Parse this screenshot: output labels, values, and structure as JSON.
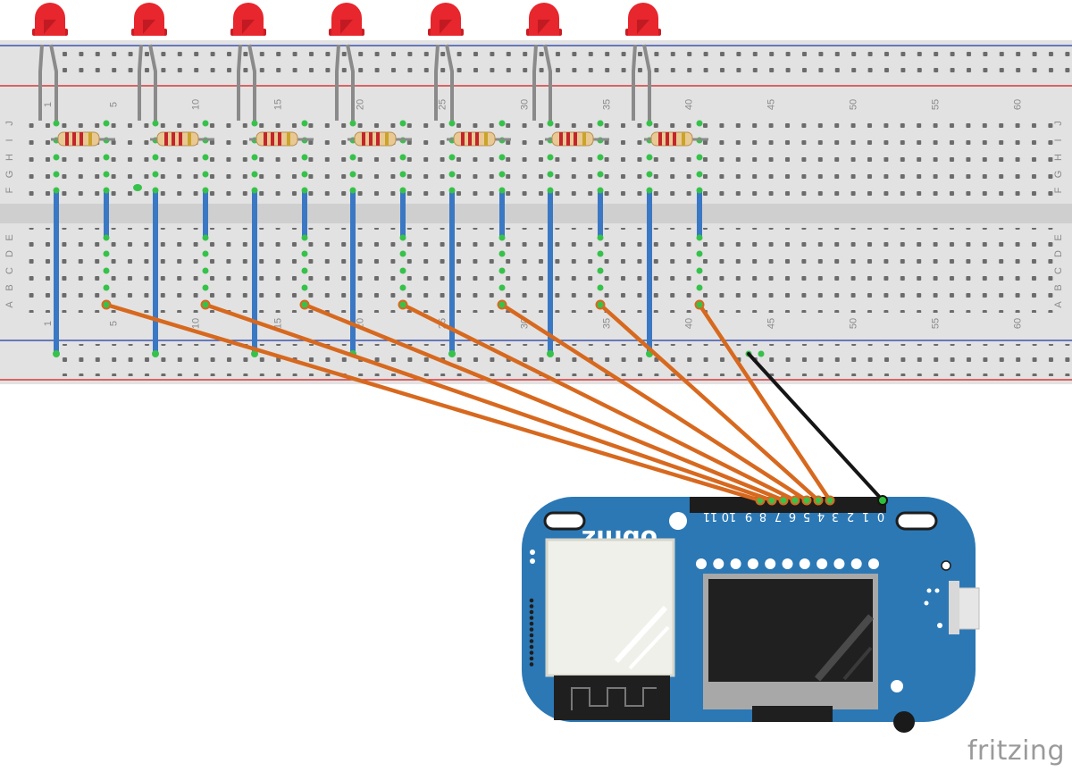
{
  "breadboard": {
    "column_numbers": [
      "1",
      "5",
      "10",
      "15",
      "20",
      "25",
      "30",
      "35",
      "40",
      "45",
      "50",
      "55",
      "60"
    ],
    "row_letters_top": [
      "J",
      "I",
      "H",
      "G",
      "F"
    ],
    "row_letters_bottom": [
      "E",
      "D",
      "C",
      "B",
      "A"
    ]
  },
  "obniz": {
    "logo": "obniz",
    "pin_labels": [
      "0",
      "1",
      "2",
      "3",
      "4",
      "5",
      "6",
      "7",
      "8",
      "9",
      "10",
      "11"
    ]
  },
  "colors": {
    "breadboard": "#e2e2e2",
    "wire_orange": "#d7691f",
    "wire_blue": "#3a78c4",
    "wire_black": "#151515",
    "led_red": "#e8262d",
    "board_blue": "#2b78b5",
    "rail_red": "#d43a3a",
    "rail_blue": "#3c55b0"
  },
  "watermark": "fritzing"
}
